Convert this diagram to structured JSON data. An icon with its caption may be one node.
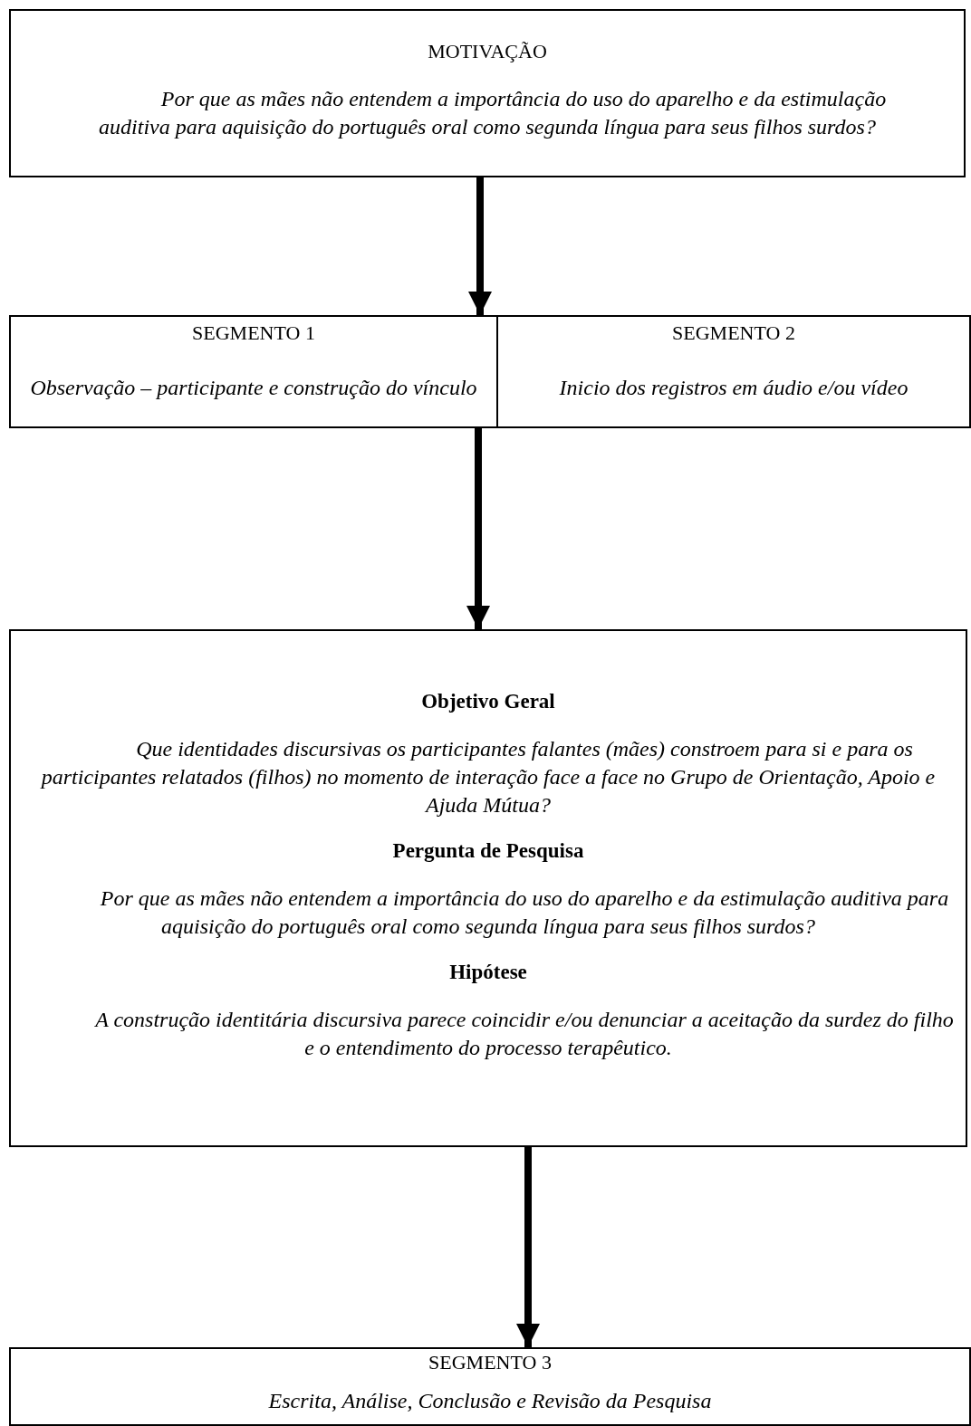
{
  "diagram": {
    "nodes": [
      {
        "text": [
          "MOTIVAÇÃO",
          "Por que as mães não entendem a importância do uso do aparelho e da estimulação auditiva para aquisição do português oral como segunda língua para seus filhos surdos?"
        ]
      },
      {
        "text": [],
        "shape": "box"
      },
      {
        "text": [
          "SEGMENTO 1",
          "Observação – participante e construção do vínculo"
        ],
        "in": 1
      },
      {
        "text": [
          "SEGMENTO 2",
          "Inicio dos registros em áudio e/ou vídeo"
        ],
        "in": 1
      },
      {
        "text": [
          "Objetivo Geral",
          "Que identidades discursivas os participantes falantes (mães) constroem para si e para os participantes relatados (filhos) no momento de interação face a face no Grupo de Orientação, Apoio e Ajuda Mútua?",
          "Pergunta de Pesquisa",
          "Por que as mães não entendem a importância do uso do aparelho e da estimulação auditiva para aquisição do português oral como segunda língua para seus filhos surdos?",
          "Hipótese",
          "A construção identitária discursiva parece coincidir e/ou denunciar a aceitação da surdez do filho e o entendimento do processo terapêutico."
        ]
      },
      {
        "text": [
          "SEGMENTO 3",
          "Escrita, Análise, Conclusão e Revisão da Pesquisa"
        ]
      }
    ],
    "edges": [
      {
        "from": 0,
        "to": 1,
        "arrow": "to"
      },
      {
        "from": 1,
        "to": 4,
        "arrow": "to"
      },
      {
        "from": 4,
        "to": 5,
        "arrow": "to"
      }
    ]
  }
}
